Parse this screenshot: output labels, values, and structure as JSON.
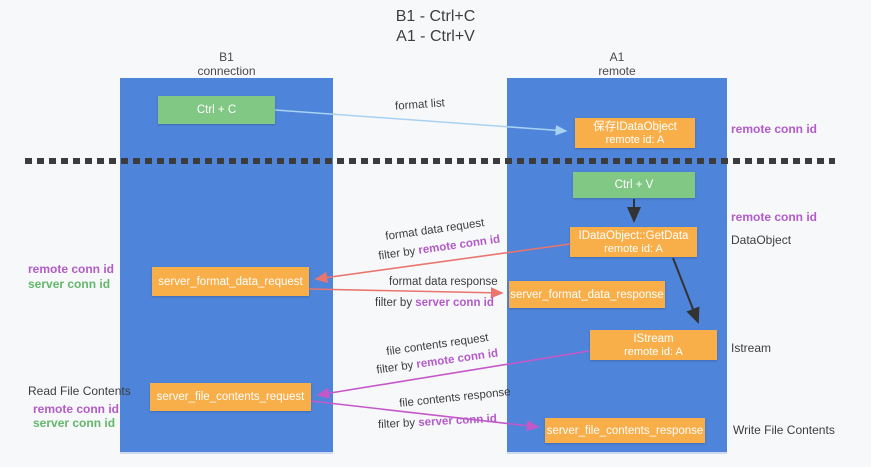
{
  "title": {
    "line1": "B1 - Ctrl+C",
    "line2": "A1 - Ctrl+V"
  },
  "lifelines": {
    "left": {
      "name": "B1",
      "role": "connection"
    },
    "right": {
      "name": "A1",
      "role": "remote"
    }
  },
  "boxes": {
    "ctrl_c": {
      "label": "Ctrl + C"
    },
    "save_dataobject": {
      "line1": "保存IDataObject",
      "line2": "remote id: A"
    },
    "ctrl_v": {
      "label": "Ctrl + V"
    },
    "getdata": {
      "line1": "IDataObject::GetData",
      "line2": "remote id: A"
    },
    "format_request": {
      "label": "server_format_data_request"
    },
    "format_response": {
      "label": "server_format_data_response"
    },
    "istream": {
      "line1": "IStream",
      "line2": "remote id: A"
    },
    "file_request": {
      "label": "server_file_contents_request"
    },
    "file_response": {
      "label": "server_file_contents_response"
    }
  },
  "arrow_labels": {
    "format_list": "format list",
    "format_data_request": "format data request",
    "filter_request_1": {
      "prefix": "filter by ",
      "id": "remote conn id"
    },
    "format_data_response": "format data response",
    "filter_response_1": {
      "prefix": "filter by ",
      "id": "server conn id"
    },
    "file_contents_request": "file contents request",
    "filter_request_2": {
      "prefix": "filter by ",
      "id": "remote conn id"
    },
    "file_contents_response": "file contents response",
    "filter_response_2": {
      "prefix": "filter by ",
      "id": "server conn id"
    }
  },
  "side_labels": {
    "right_remote_conn_top": "remote conn id",
    "right_remote_conn_mid": "remote conn id",
    "dataobject": "DataObject",
    "istream": "Istream",
    "write_file_contents": "Write File Contents",
    "left_remote_conn_1": "remote conn id",
    "left_server_conn_1": "server conn id",
    "read_file_contents": "Read File Contents",
    "left_remote_conn_2": "remote conn id",
    "left_server_conn_2": "server conn id"
  },
  "colors": {
    "lifeline_blue": "#4e84da",
    "box_orange": "#f8ae49",
    "box_green": "#80c884",
    "label_purple": "#b35bc9",
    "label_green": "#63b76a",
    "arrow_red": "#e9756e",
    "arrow_magenta": "#c558c9",
    "arrow_light_blue": "#a8d2f1",
    "arrow_black": "#333333",
    "text_dark": "#3d3d3d",
    "background": "#f7f8fa"
  }
}
